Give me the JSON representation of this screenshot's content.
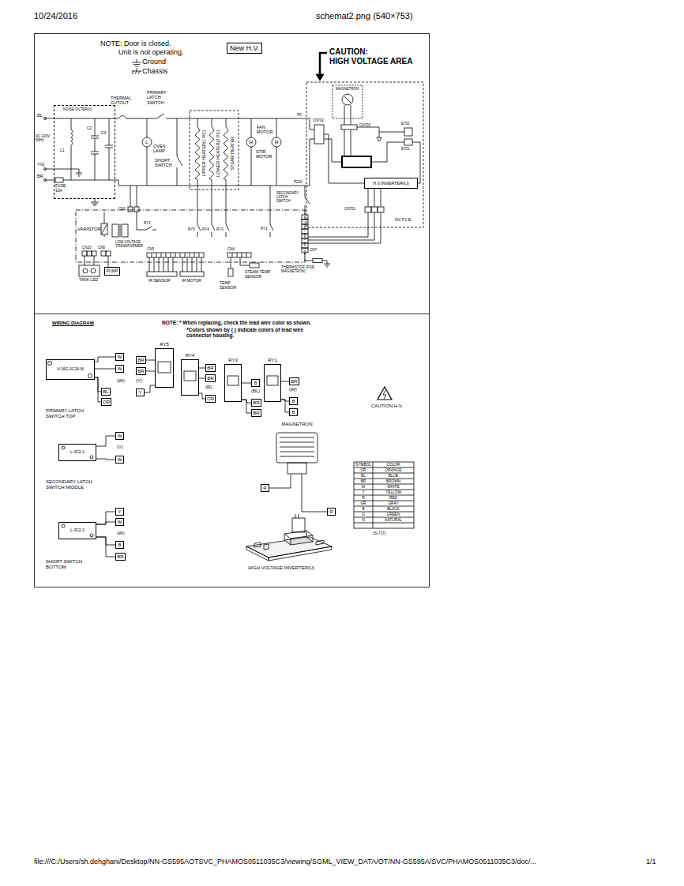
{
  "diagram": {
    "nodes": [
      {
        "text": [
          "New H.V."
        ]
      },
      {
        "text": [
          "NOISE FILTER(U)"
        ]
      },
      {
        "text": [
          "H.V.INVERTER(U)"
        ]
      },
      {
        "text": [
          "PUMP"
        ]
      },
      {
        "text": [
          "V-16G-3C26-M"
        ]
      },
      {
        "text": [
          "W"
        ]
      },
      {
        "text": [
          "W"
        ]
      },
      {
        "text": [
          "BL"
        ]
      },
      {
        "text": [
          "OR"
        ]
      },
      {
        "text": [
          "RY5"
        ]
      },
      {
        "text": [
          "BR"
        ]
      },
      {
        "text": [
          "BR"
        ]
      },
      {
        "text": [
          "Y"
        ]
      },
      {
        "text": [
          "RY4"
        ]
      },
      {
        "text": [
          "BR"
        ]
      },
      {
        "text": [
          "BR"
        ]
      },
      {
        "text": [
          "OR"
        ]
      },
      {
        "text": [
          "RY3"
        ]
      },
      {
        "text": [
          "B"
        ]
      },
      {
        "text": [
          "BR"
        ]
      },
      {
        "text": [
          "BR"
        ]
      },
      {
        "text": [
          "RY1"
        ]
      },
      {
        "text": [
          "BR"
        ]
      },
      {
        "text": [
          "B"
        ]
      },
      {
        "text": [
          "B"
        ]
      },
      {
        "text": [
          "L-3C2-2"
        ]
      },
      {
        "text": [
          "W"
        ]
      },
      {
        "text": [
          "W"
        ]
      },
      {
        "text": [
          "MAGNETRON"
        ]
      },
      {
        "text": [
          "R"
        ]
      },
      {
        "text": [
          "R"
        ]
      },
      {
        "text": [
          "L-3C2-2"
        ]
      },
      {
        "text": [
          "Y"
        ]
      },
      {
        "text": [
          "W"
        ]
      },
      {
        "text": [
          "B"
        ]
      },
      {
        "text": [
          "BR"
        ]
      }
    ],
    "edges": [
      {
        "from": 4,
        "to": 5,
        "arrow": "none"
      },
      {
        "from": 4,
        "to": 6,
        "arrow": "none"
      },
      {
        "from": 4,
        "to": 7,
        "arrow": "none"
      },
      {
        "from": 4,
        "to": 8,
        "arrow": "none"
      },
      {
        "from": 9,
        "to": 10,
        "arrow": "none"
      },
      {
        "from": 9,
        "to": 11,
        "arrow": "none"
      },
      {
        "from": 9,
        "to": 12,
        "arrow": "none"
      },
      {
        "from": 13,
        "to": 14,
        "arrow": "none"
      },
      {
        "from": 13,
        "to": 15,
        "arrow": "none"
      },
      {
        "from": 13,
        "to": 16,
        "arrow": "none"
      },
      {
        "from": 17,
        "to": 18,
        "arrow": "none"
      },
      {
        "from": 17,
        "to": 19,
        "arrow": "none"
      },
      {
        "from": 17,
        "to": 20,
        "arrow": "none"
      },
      {
        "from": 21,
        "to": 22,
        "arrow": "none"
      },
      {
        "from": 21,
        "to": 23,
        "arrow": "none"
      },
      {
        "from": 21,
        "to": 24,
        "arrow": "none"
      },
      {
        "from": 25,
        "to": 26,
        "arrow": "none"
      },
      {
        "from": 25,
        "to": 27,
        "arrow": "none"
      },
      {
        "from": 28,
        "to": 29,
        "arrow": "none"
      },
      {
        "from": 28,
        "to": 30,
        "arrow": "none"
      },
      {
        "from": 31,
        "to": 32,
        "arrow": "none"
      },
      {
        "from": 31,
        "to": 33,
        "arrow": "none"
      },
      {
        "from": 31,
        "to": 34,
        "arrow": "none"
      },
      {
        "from": 31,
        "to": 35,
        "arrow": "none"
      }
    ],
    "labels": [
      "10/24/2016",
      "schemat2.png (540×753)",
      "NOTE: Door is closed.",
      "Unit is not operating.",
      "Ground",
      "Chassis",
      "CAUTION:",
      "HIGH VOLTAGE AREA",
      "MAGNETRON",
      "THERMAL CUTOUT",
      "PRIMARY LATCH SWITCH",
      "BL",
      "AC 220V 50Hz",
      "Y/G",
      "BR",
      "FUSE 10A",
      "C3",
      "C2",
      "L1",
      "OVEN LAMP",
      "SHORT SWITCH",
      "UPPER HEATER(1 PC)",
      "LOWER HEATER(2 PC)",
      "STEAM HEATER",
      "FAN MOTOR",
      "STIR MOTOR",
      "M",
      "M",
      "L",
      "P0",
      "CN702",
      "CN703",
      "E702",
      "E701",
      "P220",
      "SECONDARY LATCH SWITCH",
      "CN701",
      "INV P.C.B.",
      "CN1",
      "VARISTOR",
      "RY2",
      "RY5",
      "RY4",
      "RY3",
      "RY1",
      "CN10",
      "CN6",
      "LOW VOLTAGE TRANSFORMER",
      "CN5",
      "CN4",
      "CN7",
      "THERMISTOR (FOR MAGNETRON)",
      "STEAM TEMP SENSOR",
      "TEMP SENSOR",
      "IR SENSOR",
      "IR MOTOR",
      "TANK LED",
      "WIRING DIAGRAM",
      "NOTE: * When replacing, check the lead wire color as shown.",
      "*Colors shown by ( ) indicate colors of lead wire connector housing.",
      "(W)",
      "PRIMARY LATCH SWITCH TOP",
      "(Y)",
      "(R)",
      "(BL)",
      "(W)",
      "(Y)",
      "SECONDARY LATCH SWITCH MIDDLE",
      "(W)",
      "SHORT SWITCH BOTTOM",
      "CAUTION:H.V.",
      "HIGH VOLTAGE INVERTER(U)",
      "(S-7J7)",
      "SYMBOL",
      "COLOR",
      "OR",
      "ORANGE",
      "BL",
      "BLUE",
      "BR",
      "BROWN",
      "W",
      "WHITE",
      "Y",
      "YELLOW",
      "R",
      "RED",
      "GR",
      "GRAY",
      "B",
      "BLACK",
      "G",
      "GREEN",
      "N",
      "NATURAL",
      "file:///C:/Users/sh.dehghani/Desktop/NN-GS595AOTSVC_PHAMOS0511035C3/viewing/SGML_VIEW_DATA/OT/NN-GS595A/SVC/PHAMOS0511035C3/doc/...",
      "1/1"
    ]
  }
}
